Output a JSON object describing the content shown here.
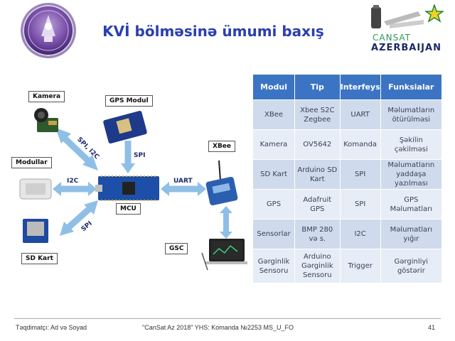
{
  "header": {
    "title": "KVİ bölməsinə ümumi baxış",
    "logo_right_line1": "CANSAT",
    "logo_right_line2": "AZERBAIJAN"
  },
  "diagram": {
    "blocks": {
      "camera": "Kamera",
      "gps": "GPS Modul",
      "modules": "Modullar",
      "sdcard": "SD Kart",
      "mcu": "MCU",
      "xbee": "XBee",
      "gsc": "GSC"
    },
    "connections": {
      "spi_i2c": "SPI, I2C",
      "spi_gps": "SPI",
      "i2c": "I2C",
      "uart": "UART",
      "spi_sd": "SPI"
    }
  },
  "table": {
    "headers": [
      "Modul",
      "Tip",
      "Interfeys",
      "Funksialar"
    ],
    "rows": [
      [
        "XBee",
        "Xbee S2C Zegbee",
        "UART",
        "Məlumatların ötürülməsi"
      ],
      [
        "Kamera",
        "OV5642",
        "Komanda",
        "Şəkilin çəkilməsi"
      ],
      [
        "SD Kart",
        "Arduino SD Kart",
        "SPI",
        "Məlumatların yaddaşa yazılması"
      ],
      [
        "GPS",
        "Adafruit GPS",
        "SPI",
        "GPS Məlumatları"
      ],
      [
        "Sensorlar",
        "BMP 280 və s.",
        "I2C",
        "Məlumatları yığır"
      ],
      [
        "Gərginlik Sensoru",
        "Arduino Gərginlik Sensoru",
        "Trigger",
        "Gərginliyi göstərir"
      ]
    ]
  },
  "footer": {
    "presenter": "Təqdimatçı: Ad və Soyad",
    "event": "\"CanSat Az 2018\" YHS: Komanda №2253  MS_U_FO",
    "page": "41"
  },
  "colors": {
    "title": "#2a3fb0",
    "table_header": "#3c74c4",
    "row_dark": "#cfdbec",
    "row_light": "#e7edf6",
    "arrow": "#8fbfe6"
  },
  "icons": [
    "team-emblem-icon",
    "satellite-icon",
    "star-icon",
    "camera-module-icon",
    "gps-module-icon",
    "sensor-module-icon",
    "sd-card-icon",
    "arduino-nano-icon",
    "xbee-module-icon",
    "laptop-icon"
  ]
}
